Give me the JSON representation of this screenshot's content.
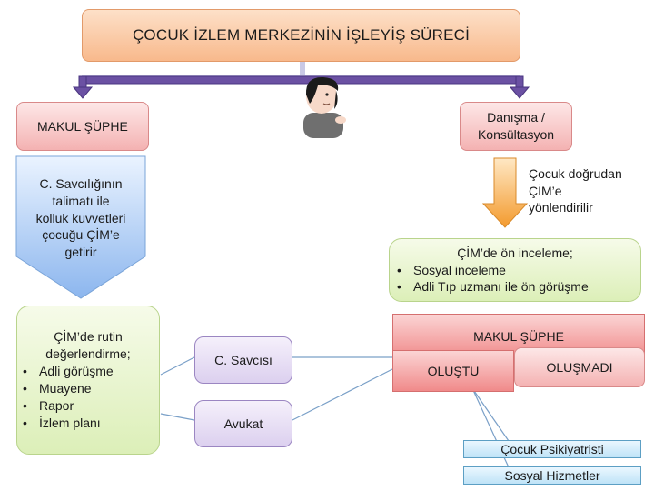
{
  "title": "ÇOCUK İZLEM MERKEZİNİN İŞLEYİŞ SÜRECİ",
  "left": {
    "makul_supphe": "MAKUL ŞÜPHE",
    "savcilik_lines": [
      "C. Savcılığının",
      "talimatı ile",
      "kolluk kuvvetleri",
      "çocuğu ÇİM’e",
      "getirir"
    ],
    "rutin_heading": [
      "ÇİM’de rutin",
      "değerlendirme;"
    ],
    "rutin_items": [
      "Adli görüşme",
      "Muayene",
      "Rapor",
      "İzlem planı"
    ]
  },
  "right": {
    "danisma": [
      "Danışma  /",
      "Konsültasyon"
    ],
    "dogrudan": [
      "Çocuk doğrudan",
      "ÇİM’e",
      "yönlendirilir"
    ],
    "on_inceleme_heading": "ÇİM’de ön inceleme;",
    "on_inceleme_items": [
      "Sosyal inceleme",
      "Adli Tıp uzmanı ile ön görüşme"
    ],
    "makul_supphe": "MAKUL ŞÜPHE",
    "olustu": "OLUŞTU",
    "olusmadi": "OLUŞMADI",
    "psikiyatrist": "Çocuk Psikiyatristi",
    "sosyal": "Sosyal Hizmetler"
  },
  "middle": {
    "savci": "C. Savcısı",
    "avukat": "Avukat"
  },
  "colors": {
    "title_fill": "#f8b98c",
    "pink_fill": "#f4b2b2",
    "green_fill": "#dcefb8",
    "blue_fill": "#9fc6f2",
    "orange_fill": "#f6a847",
    "arrow_purple": "#5b3d92"
  }
}
